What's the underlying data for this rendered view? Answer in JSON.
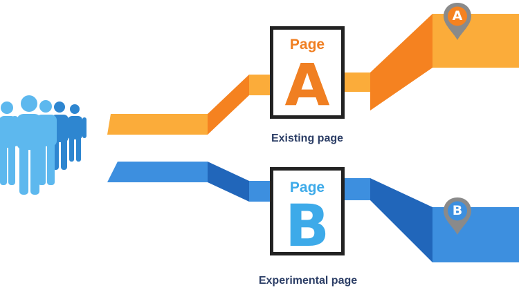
{
  "colors": {
    "orange_light": "#FBAC3A",
    "orange_dark": "#F58220",
    "blue_light": "#3D8FDF",
    "blue_dark": "#2166BA",
    "person_light": "#5DB8EE",
    "person_dark": "#2E86D0",
    "box_border": "#222222",
    "caption_text": "#2C3E66",
    "pin_gray": "#8A8A8A"
  },
  "variant_a": {
    "page_word": "Page",
    "letter": "A",
    "caption": "Existing page",
    "pin_letter": "A",
    "text_color": "#F07F22"
  },
  "variant_b": {
    "page_word": "Page",
    "letter": "B",
    "caption": "Experimental page",
    "pin_letter": "B",
    "text_color": "#3DAAE9"
  },
  "icons": {
    "audience": "people-group-icon",
    "pin": "map-pin-icon"
  }
}
